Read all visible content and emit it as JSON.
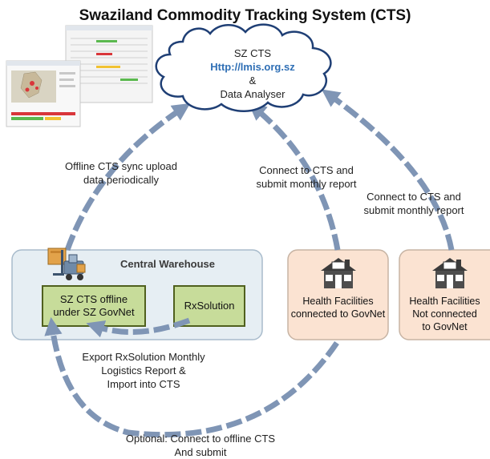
{
  "title": "Swaziland Commodity Tracking System (CTS)",
  "cloud": {
    "line1": "SZ CTS",
    "url": "Http://lmis.org.sz",
    "amp": "&",
    "line3": "Data Analyser"
  },
  "central_warehouse": {
    "title": "Central Warehouse",
    "offline_box": {
      "line1": "SZ CTS offline",
      "line2": "under SZ GovNet"
    },
    "rx_box": "RxSolution"
  },
  "facility_connected": {
    "line1": "Health Facilities",
    "line2": "connected to GovNet"
  },
  "facility_not_connected": {
    "line1": "Health Facilities",
    "line2": "Not connected",
    "line3": "to GovNet"
  },
  "labels": {
    "sync": {
      "line1": "Offline CTS sync upload",
      "line2": "data periodically"
    },
    "connect1": {
      "line1": "Connect to CTS and",
      "line2": "submit monthly report"
    },
    "connect2": {
      "line1": "Connect to CTS and",
      "line2": "submit monthly report"
    },
    "export": {
      "line1": "Export RxSolution Monthly",
      "line2": "Logistics Report &",
      "line3": "Import into CTS"
    },
    "optional": {
      "line1": "Optional: Connect to offline CTS",
      "line2": "And submit"
    }
  },
  "colors": {
    "arrow": "#7f95b5",
    "cloud_stroke": "#1f3f75",
    "url_text": "#2f6fb5",
    "warehouse_fill": "#e6eef3",
    "warehouse_stroke": "#a9bccc",
    "green_box": "#c7dc9a",
    "green_box_stroke": "#50601e",
    "facility_fill": "#fbe3d2",
    "facility_stroke": "#c7b4a4"
  },
  "icons": [
    "screenshots-icon",
    "forklift-warehouse-icon",
    "house-icon"
  ]
}
